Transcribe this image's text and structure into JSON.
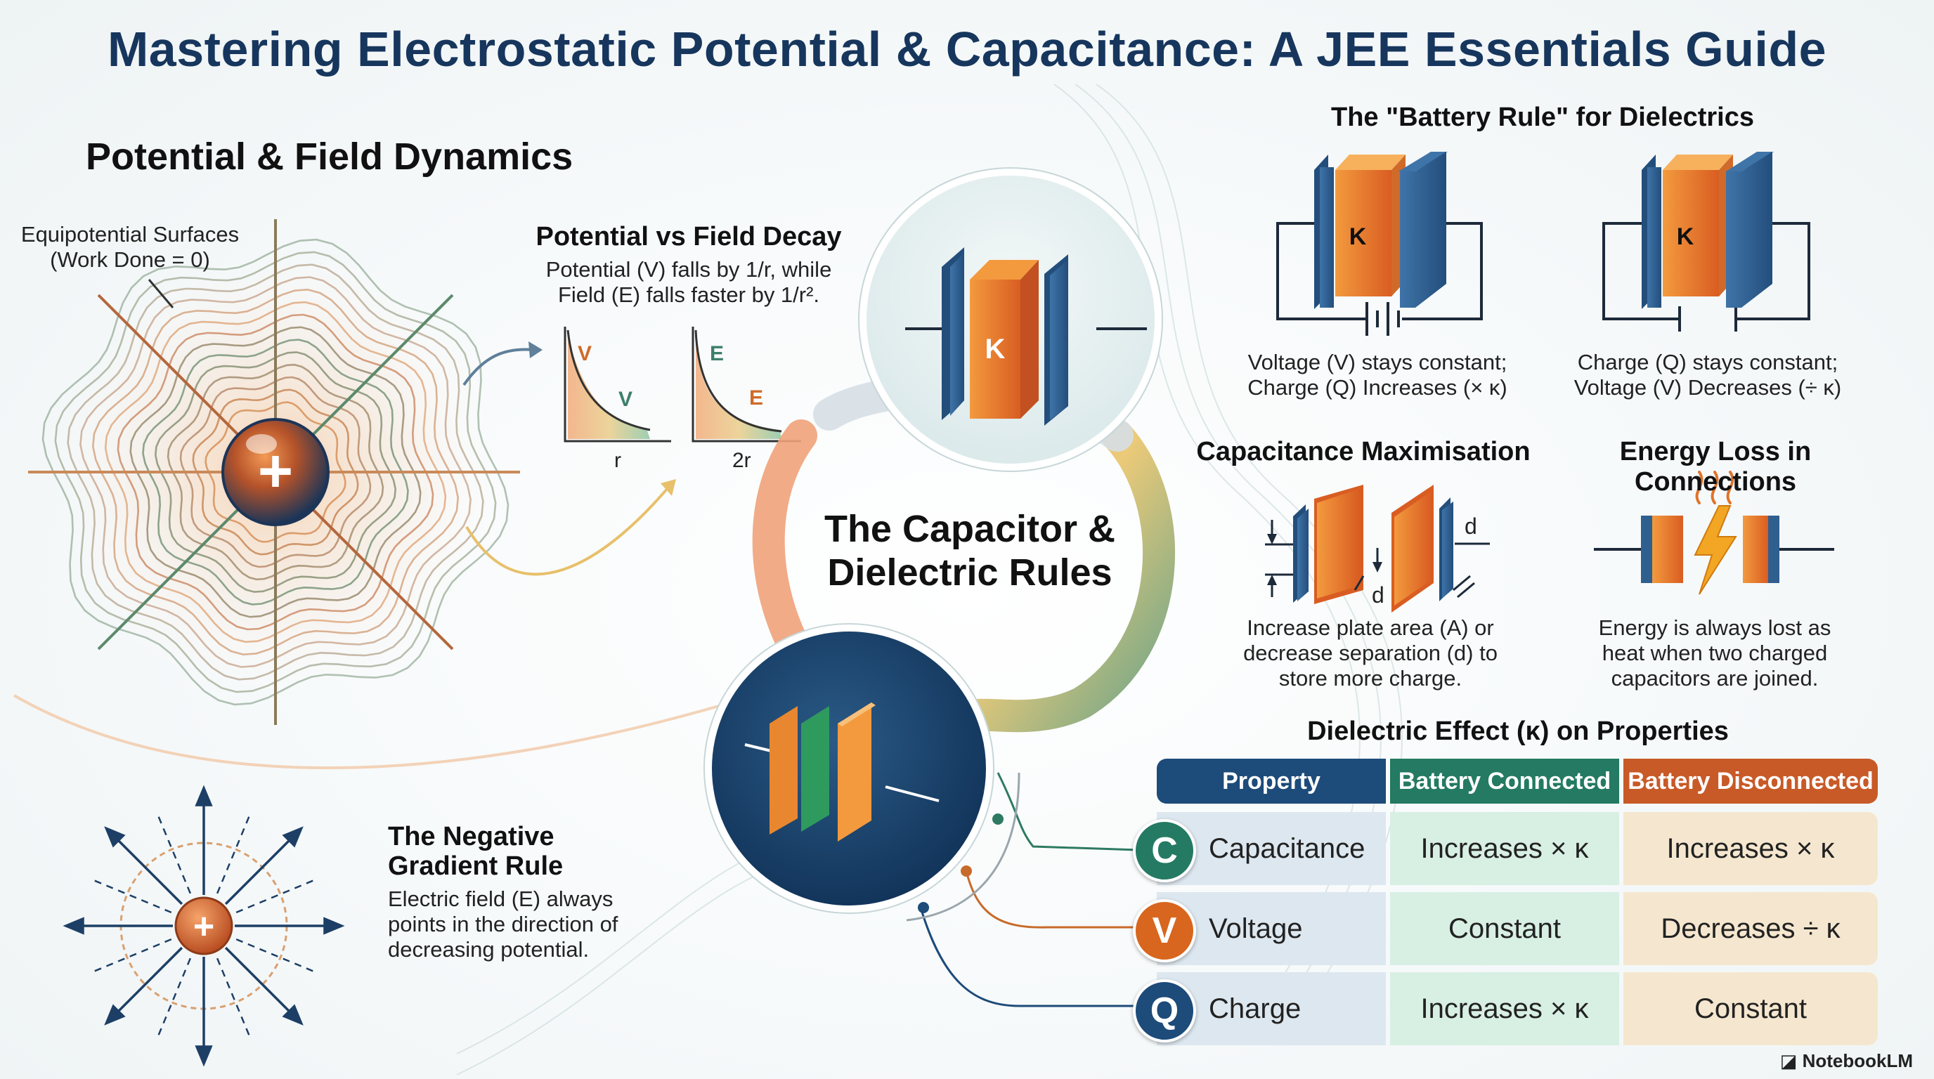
{
  "title": "Mastering Electrostatic Potential & Capacitance: A JEE Essentials Guide",
  "left": {
    "heading": "Potential & Field Dynamics",
    "equipotential_label_1": "Equipotential Surfaces",
    "equipotential_label_2": "(Work Done = 0)",
    "decay_title": "Potential vs Field Decay",
    "decay_desc_1": "Potential (V) falls by 1/r, while",
    "decay_desc_2": "Field (E) falls faster by 1/r².",
    "graph_v_label": "V",
    "graph_v_curve_label": "V",
    "graph_v_axis": "r",
    "graph_e_label": "E",
    "graph_e_curve_label": "E",
    "graph_e_axis": "2r",
    "gradient_title_1": "The Negative",
    "gradient_title_2": "Gradient Rule",
    "gradient_desc_1": "Electric field (E) always",
    "gradient_desc_2": "points in the direction of",
    "gradient_desc_3": "decreasing potential.",
    "charge_symbol": "+"
  },
  "center": {
    "hub_line_1": "The Capacitor &",
    "hub_line_2": "Dielectric Rules",
    "dielectric_symbol": "K"
  },
  "right": {
    "battery_rule_title": "The \"Battery Rule\" for Dielectrics",
    "connected_line_1": "Voltage (V) stays constant;",
    "connected_line_2": "Charge (Q) Increases (× κ)",
    "disconnected_line_1": "Charge (Q) stays constant;",
    "disconnected_line_2": "Voltage (V) Decreases (÷ κ)",
    "dielectric_symbol": "K",
    "cap_max_title": "Capacitance Maximisation",
    "cap_max_label_d1": "d",
    "cap_max_label_d2": "d",
    "cap_max_line_1": "Increase plate area (A) or",
    "cap_max_line_2": "decrease separation (d) to",
    "cap_max_line_3": "store more charge.",
    "energy_title": "Energy Loss in Connections",
    "energy_line_1": "Energy is always lost as",
    "energy_line_2": "heat when two charged",
    "energy_line_3": "capacitors are joined."
  },
  "table": {
    "title": "Dielectric Effect (κ) on Properties",
    "headers": [
      "Property",
      "Battery Connected",
      "Battery Disconnected"
    ],
    "rows": [
      {
        "badge": "C",
        "property": "Capacitance",
        "connected": "Increases × κ",
        "disconnected": "Increases × κ"
      },
      {
        "badge": "V",
        "property": "Voltage",
        "connected": "Constant",
        "disconnected": "Decreases ÷ κ"
      },
      {
        "badge": "Q",
        "property": "Charge",
        "connected": "Increases × κ",
        "disconnected": "Constant"
      }
    ]
  },
  "colors": {
    "navy": "#17365d",
    "blue": "#1d4b7a",
    "green": "#247a62",
    "orange": "#c85a28",
    "plate_blue": "#2f5f8f",
    "dielectric_orange": "#e8782e"
  },
  "brand": "NotebookLM"
}
